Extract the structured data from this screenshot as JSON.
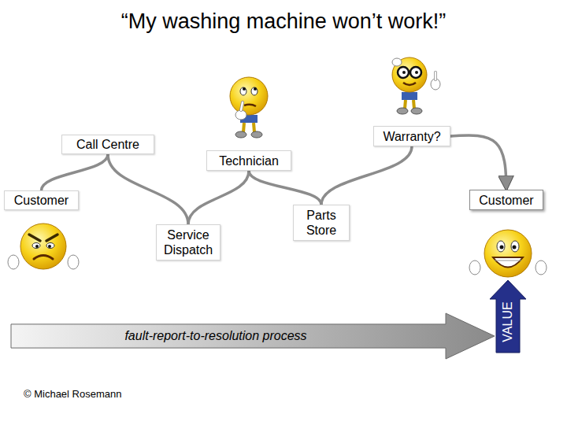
{
  "diagram": {
    "title": "“My washing machine won’t work!”",
    "nodes": [
      {
        "text": [
          "Customer"
        ]
      },
      {
        "text": [
          "Call Centre"
        ]
      },
      {
        "text": [
          "Service Dispatch"
        ]
      },
      {
        "text": [
          "Technician"
        ]
      },
      {
        "text": [
          "Parts Store"
        ]
      },
      {
        "text": [
          "Warranty?"
        ]
      },
      {
        "text": [
          "Customer"
        ]
      },
      {
        "text": [
          "fault-report-to-resolution process"
        ]
      },
      {
        "text": [
          "VALUE"
        ]
      }
    ],
    "edges": [
      {
        "from": 0,
        "to": 1,
        "arrow": "none"
      },
      {
        "from": 1,
        "to": 2,
        "arrow": "none"
      },
      {
        "from": 2,
        "to": 3,
        "arrow": "none"
      },
      {
        "from": 3,
        "to": 4,
        "arrow": "none"
      },
      {
        "from": 4,
        "to": 5,
        "arrow": "none"
      },
      {
        "from": 5,
        "to": 6,
        "arrow": "to"
      }
    ],
    "labels": [
      "© Michael Rosemann"
    ]
  }
}
